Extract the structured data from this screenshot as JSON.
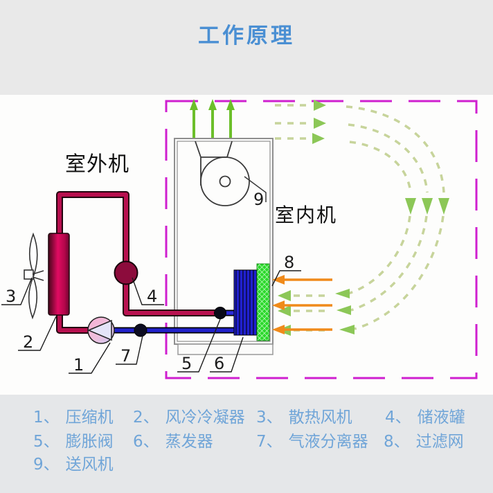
{
  "title": "工作原理",
  "diagram": {
    "outdoor_unit_label": "室外机",
    "indoor_unit_label": "室内机",
    "callouts": [
      "1",
      "2",
      "3",
      "4",
      "5",
      "6",
      "7",
      "8",
      "9"
    ]
  },
  "legend": {
    "items": [
      {
        "num": "1、",
        "name": "压缩机"
      },
      {
        "num": "2、",
        "name": "风冷冷凝器"
      },
      {
        "num": "3、",
        "name": "散热风机"
      },
      {
        "num": "4、",
        "name": "储液罐"
      },
      {
        "num": "5、",
        "name": "膨胀阀"
      },
      {
        "num": "6、",
        "name": "蒸发器"
      },
      {
        "num": "7、",
        "name": "气液分离器"
      },
      {
        "num": "8、",
        "name": "过滤网"
      },
      {
        "num": "9、",
        "name": "送风机"
      }
    ]
  },
  "colors": {
    "title_blue": "#4a8fd3",
    "legend_blue": "#70a5d8",
    "boundary_magenta": "#cf1fcf",
    "pipe_hot_maroon": "#b8104f",
    "pipe_cold_blue": "#2222cc",
    "airflow_solid_green": "#6cbf2a",
    "airflow_dashed_green": "#c7d49b",
    "airflow_arrowhead_green": "#8cc757",
    "intake_arrow_orange": "#f08a1a",
    "evaporator_blue": "#2020cf",
    "filter_green": "#2ad82a",
    "header_bg": "#e9e9e9",
    "footer_bg": "#e5e7e9"
  }
}
